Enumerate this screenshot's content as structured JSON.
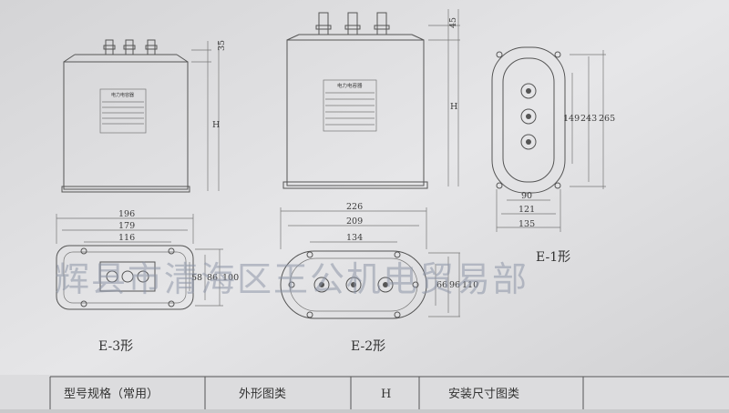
{
  "views": {
    "e3": {
      "label": "E-3形",
      "dim_width": [
        "196",
        "179",
        "116"
      ],
      "dim_depth": [
        "58",
        "86",
        "100"
      ],
      "dim_top": "35",
      "dim_height": "H"
    },
    "e2": {
      "label": "E-2形",
      "dim_width": [
        "226",
        "209",
        "134"
      ],
      "dim_depth": [
        "66",
        "96",
        "110"
      ],
      "dim_top": "45",
      "dim_height": "H"
    },
    "e1": {
      "label": "E-1形",
      "dim_length": [
        "149",
        "243",
        "265"
      ],
      "dim_width": [
        "90",
        "121",
        "135"
      ]
    }
  },
  "nameplate": {
    "title": "电力电容器"
  },
  "watermark": "辉县市清海区王公机电贸易部",
  "table": {
    "headers": [
      "型号规格（常用）",
      "外形图类",
      "H",
      "安装尺寸图类"
    ]
  }
}
